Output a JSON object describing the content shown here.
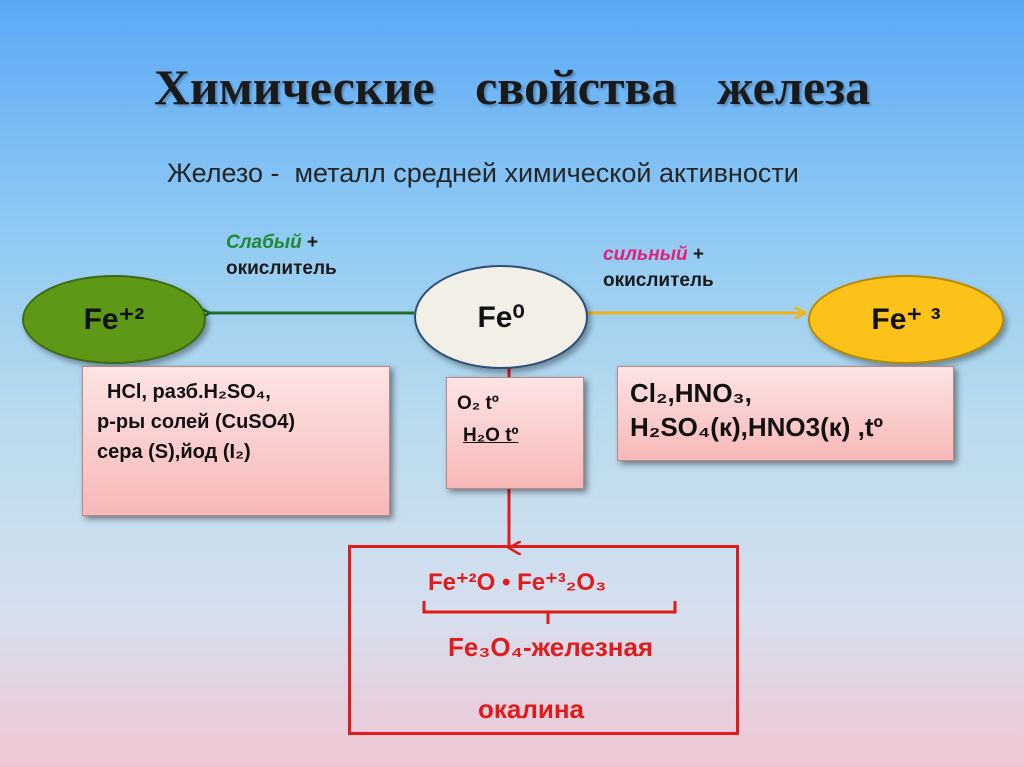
{
  "title": "Химические   свойства   железа",
  "subtitle": "Железо -  металл средней химической активности",
  "left_arrow": {
    "label_line1_em": "Слабый",
    "label_line1_rest": " +",
    "label_line2": "окислитель",
    "color": "#1e6e2a"
  },
  "right_arrow": {
    "label_line1_em": "сильный",
    "label_line1_rest": "  +",
    "label_line2": "окислитель",
    "color": "#f0b31c"
  },
  "nodes": {
    "fe2": {
      "label": "Fe⁺²",
      "color": "#5d9917"
    },
    "fe0": {
      "label": "Fe⁰",
      "color": "#f2efe6"
    },
    "fe3": {
      "label": "Fe⁺ ³",
      "color": "#fdc21a"
    }
  },
  "box_left": [
    "HCl,  разб.H₂SO₄,",
    "р-ры солей (CuSO4)",
    "сера (S),йод (I₂)"
  ],
  "box_mid": [
    "O₂      tº",
    "H₂O   tº"
  ],
  "box_right": [
    "Cl₂,HNO₃,",
    "H₂SO₄(к),HNO3(к) ,tº"
  ],
  "result": {
    "formula": "Fe⁺²O • Fe⁺³₂O₃",
    "line1": "Fe₃O₄-железная",
    "line2": "окалина",
    "color": "#e11b1b"
  }
}
